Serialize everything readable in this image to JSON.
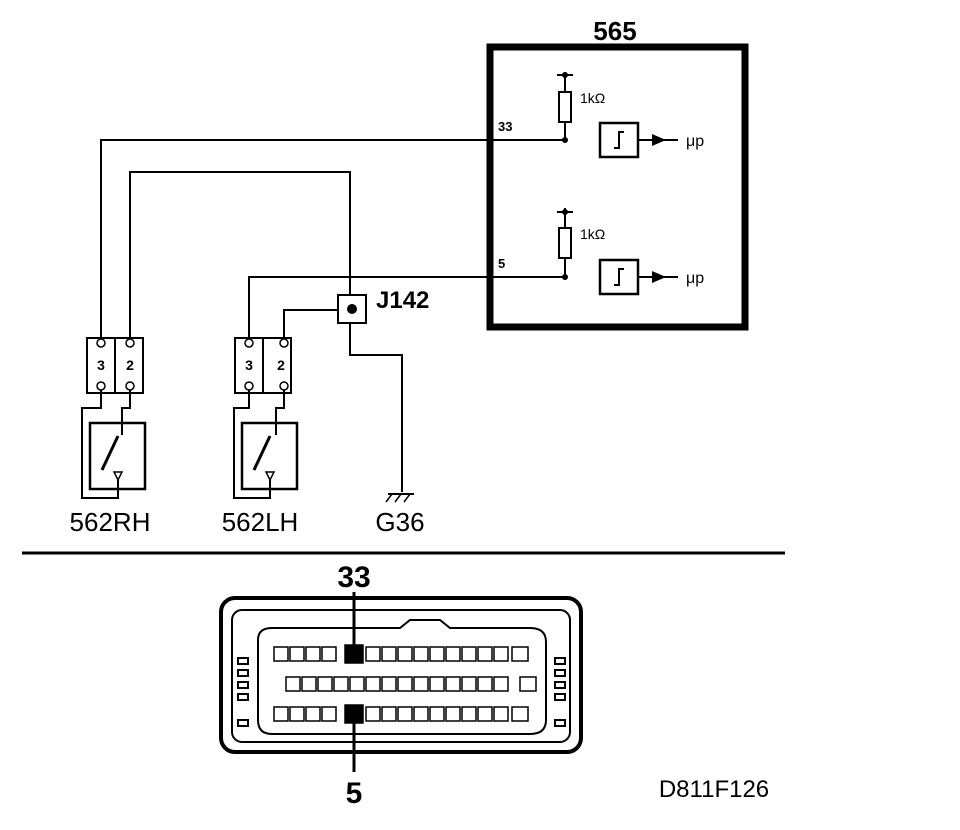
{
  "module": {
    "id": "565"
  },
  "pins": {
    "upper": "33",
    "lower": "5"
  },
  "resistor": {
    "upper": "1kΩ",
    "lower": "1kΩ"
  },
  "outputs": {
    "upper": "μp",
    "lower": "μp"
  },
  "junction": {
    "id": "J142"
  },
  "ground": {
    "id": "G36"
  },
  "switches": [
    {
      "id": "562RH",
      "pin_left": "3",
      "pin_right": "2"
    },
    {
      "id": "562LH",
      "pin_left": "3",
      "pin_right": "2"
    }
  ],
  "connector": {
    "top_pin": "33",
    "bottom_pin": "5"
  },
  "figure_code": "D811F126",
  "colors": {
    "line": "#000000",
    "background": "#ffffff"
  }
}
